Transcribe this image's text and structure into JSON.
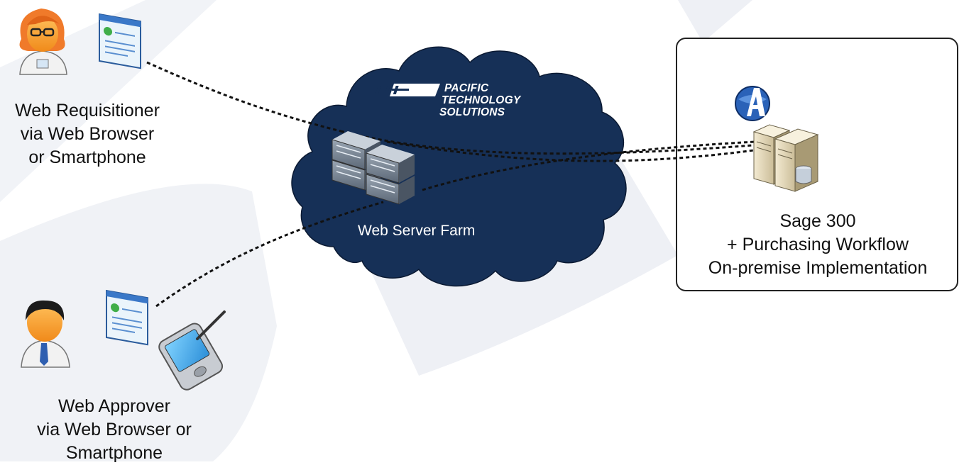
{
  "requisitioner": {
    "label_lines": [
      "Web Requisitioner",
      "via Web Browser",
      "or Smartphone"
    ]
  },
  "approver": {
    "label_lines": [
      "Web Approver",
      "via Web Browser or",
      "Smartphone"
    ]
  },
  "cloud": {
    "logo_lines": [
      "PACIFIC",
      "TECHNOLOGY",
      "SOLUTIONS"
    ],
    "farm_label": "Web Server Farm"
  },
  "sage": {
    "label_lines": [
      "Sage 300",
      "+ Purchasing Workflow",
      "On-premise Implementation"
    ]
  },
  "colors": {
    "cloud_fill": "#163057",
    "box_border": "#222222",
    "background_shape": "#eef0f5"
  }
}
